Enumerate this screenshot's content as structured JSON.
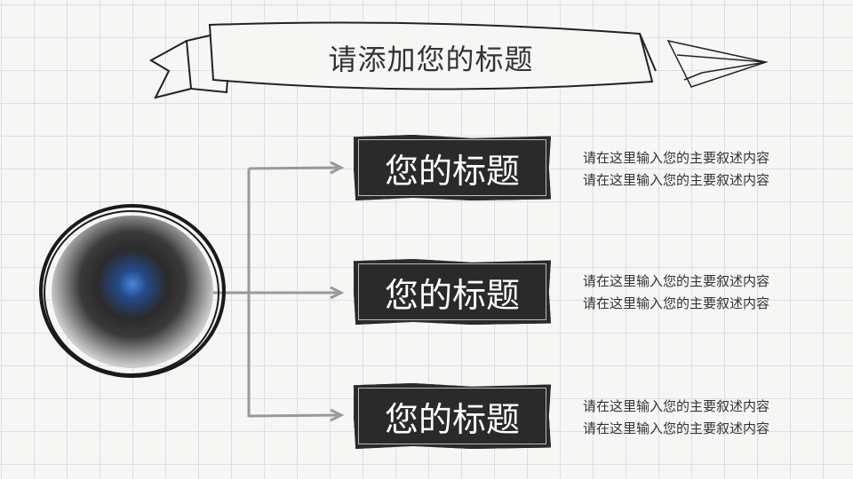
{
  "title": "请添加您的标题",
  "items": [
    {
      "heading": "您的标题",
      "lines": [
        "请在这里输入您的主要叙述内容",
        "请在这里输入您的主要叙述内容"
      ]
    },
    {
      "heading": "您的标题",
      "lines": [
        "请在这里输入您的主要叙述内容",
        "请在这里输入您的主要叙述内容"
      ]
    },
    {
      "heading": "您的标题",
      "lines": [
        "请在这里输入您的主要叙述内容",
        "请在这里输入您的主要叙述内容"
      ]
    }
  ]
}
